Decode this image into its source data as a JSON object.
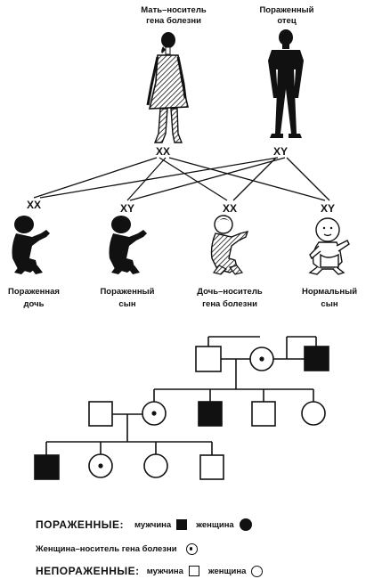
{
  "parents": {
    "mother_label_1": "Мать–носитель",
    "mother_label_2": "гена болезни",
    "father_label_1": "Пораженный",
    "father_label_2": "отец",
    "mother_genotype": "XX",
    "father_genotype": "XY"
  },
  "children": [
    {
      "genotype": "XX",
      "label_1": "Пораженная",
      "label_2": "дочь"
    },
    {
      "genotype": "XY",
      "label_1": "Пораженный",
      "label_2": "сын"
    },
    {
      "genotype": "XX",
      "label_1": "Дочь–носитель",
      "label_2": "гена болезни"
    },
    {
      "genotype": "XY",
      "label_1": "Нормальный",
      "label_2": "сын"
    }
  ],
  "legend": {
    "affected_title": "ПОРАЖЕННЫЕ:",
    "male": "мужчина",
    "female": "женщина",
    "carrier": "Женщина–носитель гена болезни",
    "unaffected_title": "НЕПОРАЖЕННЫЕ:"
  },
  "colors": {
    "ink": "#111111",
    "paper": "#ffffff"
  }
}
